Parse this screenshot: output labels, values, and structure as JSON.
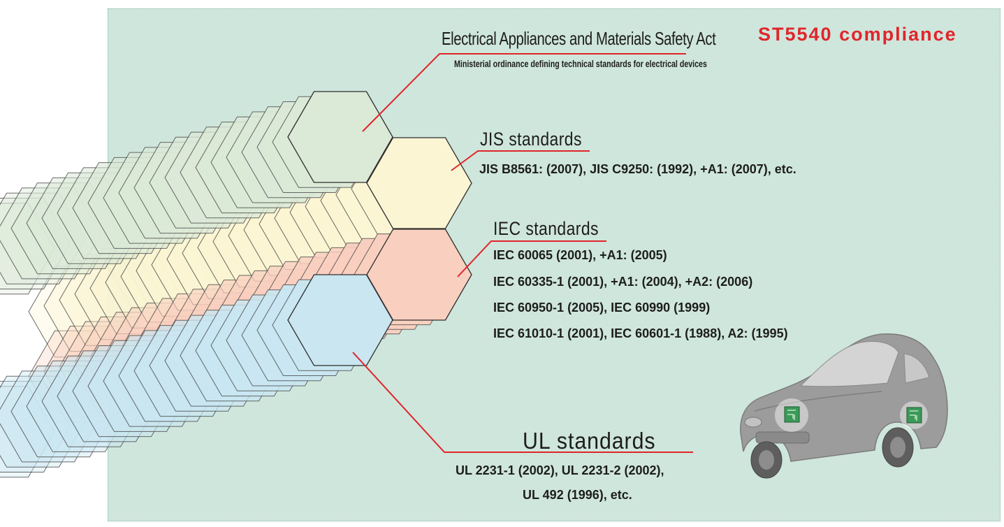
{
  "title": "ST5540 compliance",
  "colors": {
    "accent": "#e0252b",
    "panel_bg": "#cfe6dc",
    "hex_green": "#dbe9d7",
    "hex_yellow": "#fbf5d3",
    "hex_pink": "#f9cfbf",
    "hex_blue": "#c9e6f1"
  },
  "standards": {
    "eam": {
      "heading": "Electrical Appliances and Materials Safety Act",
      "detail": "Ministerial ordinance defining technical standards for electrical devices"
    },
    "jis": {
      "heading": "JIS standards",
      "detail": "JIS B8561: (2007), JIS C9250: (1992), +A1: (2007), etc."
    },
    "iec": {
      "heading": "IEC standards",
      "lines": [
        "IEC 60065 (2001), +A1: (2005)",
        "IEC 60335-1 (2001), +A1: (2004), +A2: (2006)",
        "IEC 60950-1 (2005), IEC 60990 (1999)",
        "IEC 61010-1 (2001), IEC 60601-1 (1988), A2: (1995)"
      ]
    },
    "ul": {
      "heading": "UL standards",
      "lines": [
        "UL 2231-1 (2002), UL 2231-2 (2002),",
        "UL 492 (1996), etc."
      ]
    }
  },
  "icons": {
    "car": "car-illustration-icon",
    "chip": "circuit-board-icon"
  }
}
